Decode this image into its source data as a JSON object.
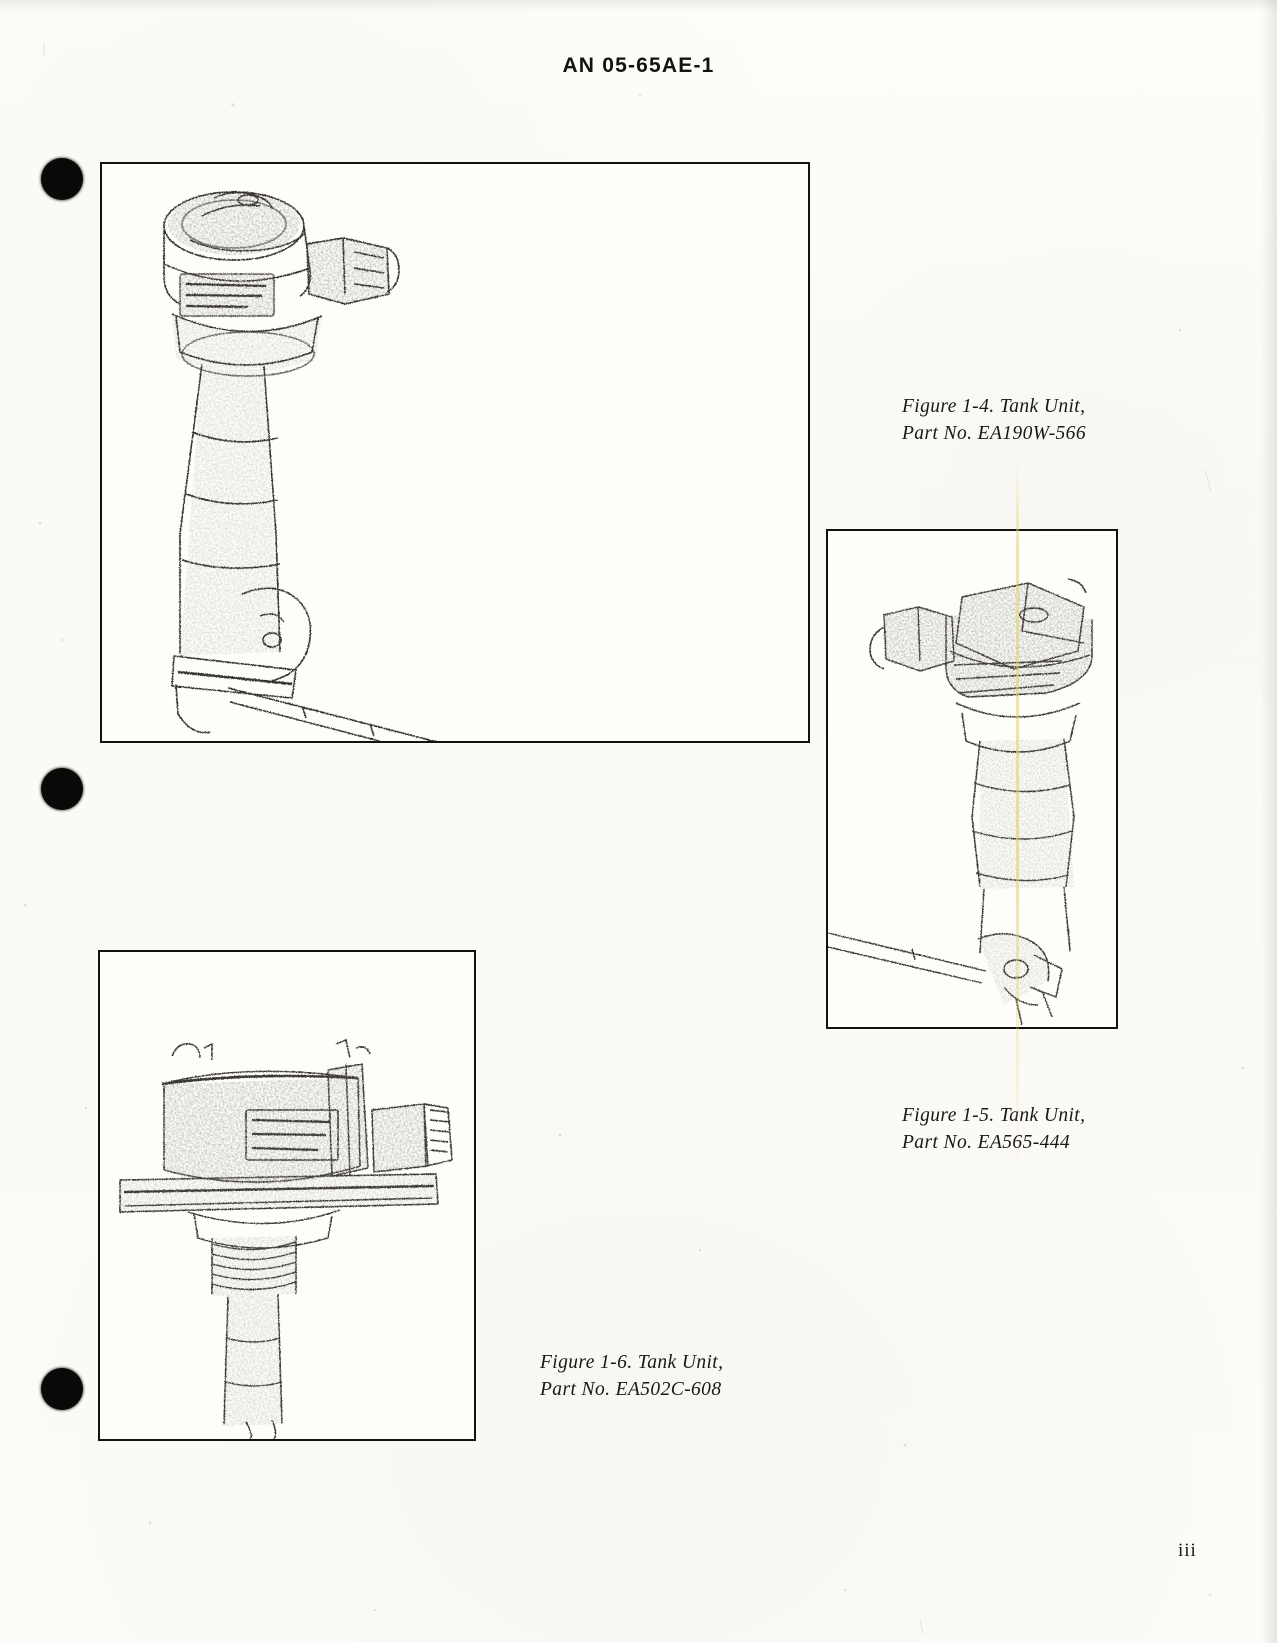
{
  "document": {
    "header_code": "AN  05-65AE-1",
    "page_number": "iii"
  },
  "figures": [
    {
      "id": "fig-1-4",
      "caption_line_1": "Figure 1-4.  Tank Unit,",
      "caption_line_2": "Part No. EA190W-566",
      "figure_number": "1-4",
      "subject": "Tank Unit",
      "part_number": "EA190W-566",
      "photo_description": "Fuel tank unit with cylindrical head, electrical connector, long vertical tube and angled float arm with rectangular float"
    },
    {
      "id": "fig-1-5",
      "caption_line_1": "Figure 1-5.  Tank Unit,",
      "caption_line_2": "Part No. EA565-444",
      "figure_number": "1-5",
      "subject": "Tank Unit",
      "part_number": "EA565-444",
      "photo_description": "Fuel tank unit viewed at angle with ribbed head housing, side connector, tapered body and lower float linkage"
    },
    {
      "id": "fig-1-6",
      "caption_line_1": "Figure 1-6.  Tank Unit,",
      "caption_line_2": "Part No. EA502C-608",
      "figure_number": "1-6",
      "subject": "Tank Unit",
      "part_number": "EA502C-608",
      "photo_description": "Fuel tank unit with mounting flange, threaded side fitting and spring-wound vertical stem"
    }
  ],
  "colors": {
    "paper": "#fdfdfa",
    "ink": "#141210",
    "punch_hole": "#0a0908",
    "scan_streak": "#e0d080"
  }
}
